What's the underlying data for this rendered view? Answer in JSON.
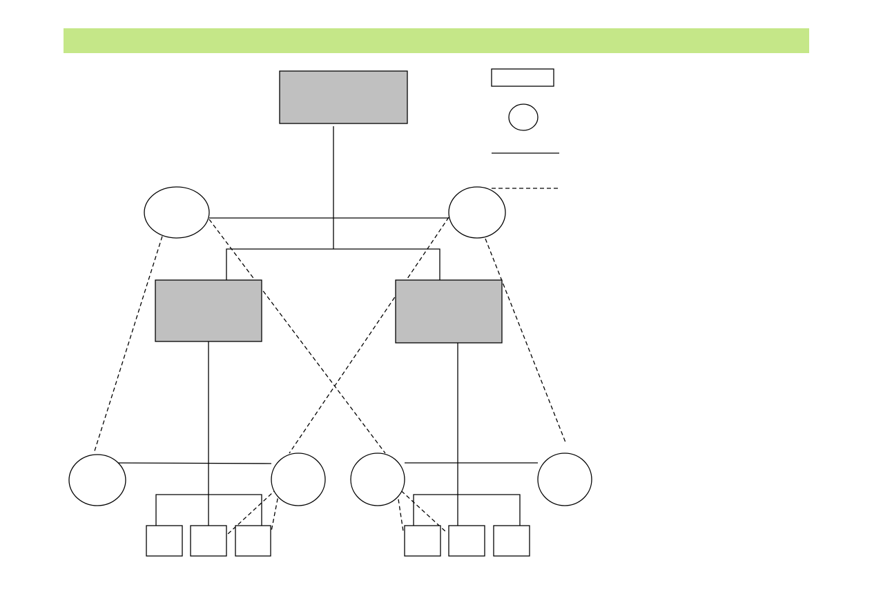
{
  "header": {
    "title": ""
  },
  "colors": {
    "header_band": "#c5e788",
    "shaded_box": "#c0c0c0",
    "outline": "#000000",
    "background": "#ffffff"
  },
  "legend": {
    "items": [
      {
        "kind": "rectangle",
        "label": ""
      },
      {
        "kind": "circle",
        "label": ""
      },
      {
        "kind": "solid-line",
        "label": ""
      },
      {
        "kind": "dashed-line",
        "label": ""
      }
    ]
  }
}
